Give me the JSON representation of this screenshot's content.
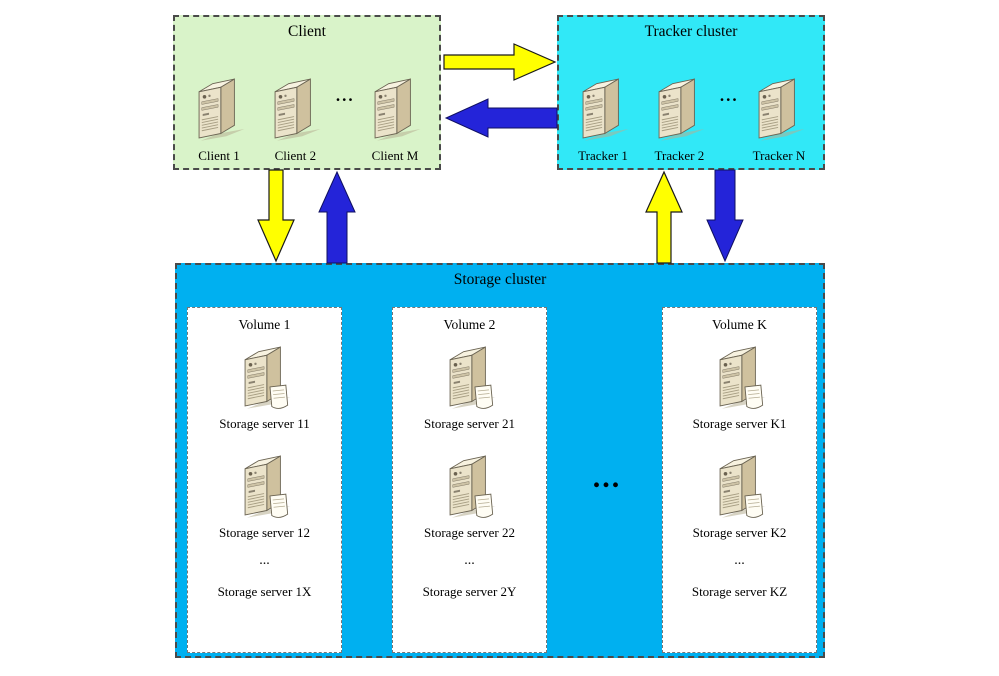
{
  "colors": {
    "client_bg": "#d9f3c9",
    "tracker_bg": "#31e8f7",
    "storage_bg": "#00b0f0",
    "volume_bg": "#ffffff",
    "arrow_yellow": "#ffff00",
    "arrow_blue": "#2424d9"
  },
  "client_box": {
    "title": "Client",
    "ellipsis": "...",
    "items": [
      {
        "label": "Client 1"
      },
      {
        "label": "Client 2"
      },
      {
        "label": "Client M"
      }
    ]
  },
  "tracker_box": {
    "title": "Tracker cluster",
    "ellipsis": "...",
    "items": [
      {
        "label": "Tracker 1"
      },
      {
        "label": "Tracker 2"
      },
      {
        "label": "Tracker N"
      }
    ]
  },
  "storage_box": {
    "title": "Storage cluster",
    "ellipsis": "...",
    "volumes": [
      {
        "title": "Volume 1",
        "servers": [
          "Storage server 11",
          "Storage server 12"
        ],
        "ellipsis": "...",
        "last_server": "Storage server 1X"
      },
      {
        "title": "Volume 2",
        "servers": [
          "Storage server 21",
          "Storage server 22"
        ],
        "ellipsis": "...",
        "last_server": "Storage server 2Y"
      },
      {
        "title": "Volume K",
        "servers": [
          "Storage server K1",
          "Storage server K2"
        ],
        "ellipsis": "...",
        "last_server": "Storage server KZ"
      }
    ]
  }
}
